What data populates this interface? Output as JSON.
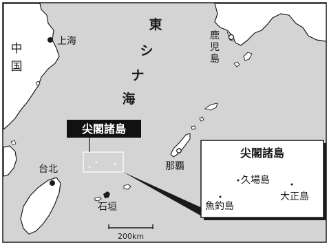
{
  "labels": {
    "china": [
      "中",
      "国"
    ],
    "shanghai": "上海",
    "east_china_sea": [
      "東",
      "シ",
      "ナ",
      "海"
    ],
    "kagoshima": [
      "鹿",
      "児",
      "島"
    ],
    "senkaku_tag": "尖閣諸島",
    "naha": "那覇",
    "taipei": "台北",
    "ishigaki": "石垣",
    "scale": "200km"
  },
  "inset": {
    "title": "尖閣諸島",
    "kubajima": "久場島",
    "taishojima": "大正島",
    "uotsurijima": "魚釣島"
  },
  "colors": {
    "sea": "#d4d4d4",
    "land": "#ffffff",
    "coast": "#1a1a1a",
    "tag_bg": "#111111",
    "tag_fg": "#ffffff"
  }
}
